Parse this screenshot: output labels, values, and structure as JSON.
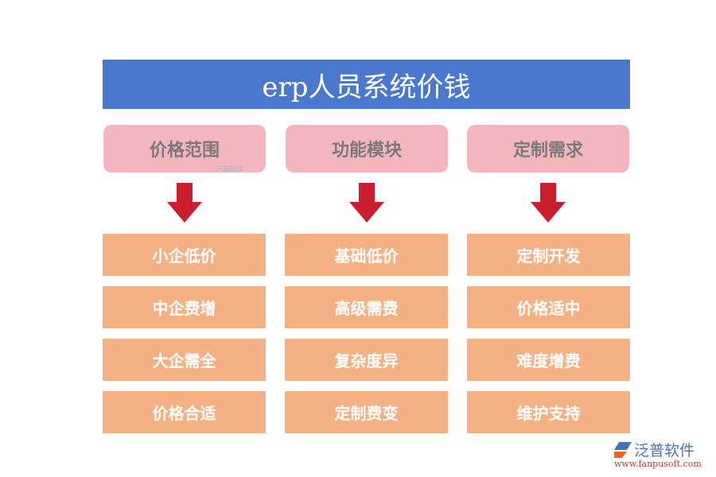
{
  "title": "erp人员系统价钱",
  "categories": [
    {
      "label": "价格范围",
      "items": [
        "小企低价",
        "中企费增",
        "大企需全",
        "价格合适"
      ]
    },
    {
      "label": "功能模块",
      "items": [
        "基础低价",
        "高级需费",
        "复杂度异",
        "定制费变"
      ]
    },
    {
      "label": "定制需求",
      "items": [
        "定制开发",
        "价格适中",
        "难度增费",
        "维护支持"
      ]
    }
  ],
  "watermark": {
    "small": "泛普软件",
    "brand": "泛普软件",
    "url": "www.fanpusoft.com"
  },
  "colors": {
    "title_bg": "#4a78cc",
    "category_bg": "#f4b6be",
    "item_bg": "#f4b183",
    "arrow": "#c81e2e"
  }
}
